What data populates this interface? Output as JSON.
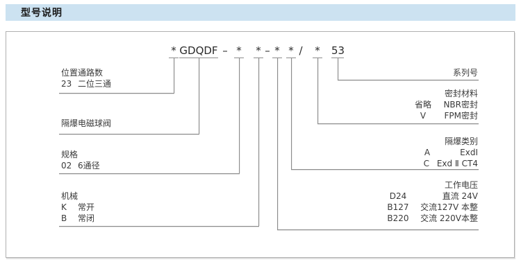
{
  "header": {
    "title": "型号说明"
  },
  "model_code": {
    "parts": [
      "*",
      "GDQDF",
      "–",
      "*",
      "*",
      "–",
      "*",
      "*",
      "/",
      "*",
      "53"
    ]
  },
  "left_blocks": [
    {
      "title": "位置通路数",
      "rows": [
        {
          "code": "23",
          "desc": "二位三通"
        }
      ]
    },
    {
      "title": "隔爆电磁球阀",
      "rows": []
    },
    {
      "title": "规格",
      "rows": [
        {
          "code": "02",
          "desc": "6通径"
        }
      ]
    },
    {
      "title": "机械",
      "rows": [
        {
          "code": "K",
          "desc": "常开"
        },
        {
          "code": "B",
          "desc": "常闭"
        }
      ]
    }
  ],
  "right_blocks": [
    {
      "title": "系列号",
      "rows": []
    },
    {
      "title": "密封材料",
      "rows": [
        {
          "code": "省略",
          "desc": "NBR密封"
        },
        {
          "code": "V",
          "desc": "FPM密封"
        }
      ]
    },
    {
      "title": "隔爆类别",
      "rows": [
        {
          "code": "A",
          "desc": "ExdⅠ"
        },
        {
          "code": "C",
          "desc": "Exd Ⅱ CT4"
        }
      ]
    },
    {
      "title": "工作电压",
      "rows": [
        {
          "code": "D24",
          "desc": "直流 24V"
        },
        {
          "code": "B127",
          "desc": "交流127V 本整"
        },
        {
          "code": "B220",
          "desc": "交流 220V本整"
        }
      ]
    }
  ],
  "colors": {
    "header_bg": "#cce2f1",
    "line": "#8c8c8c",
    "box_border": "#b0b0b0",
    "text": "#3a3a3a"
  }
}
